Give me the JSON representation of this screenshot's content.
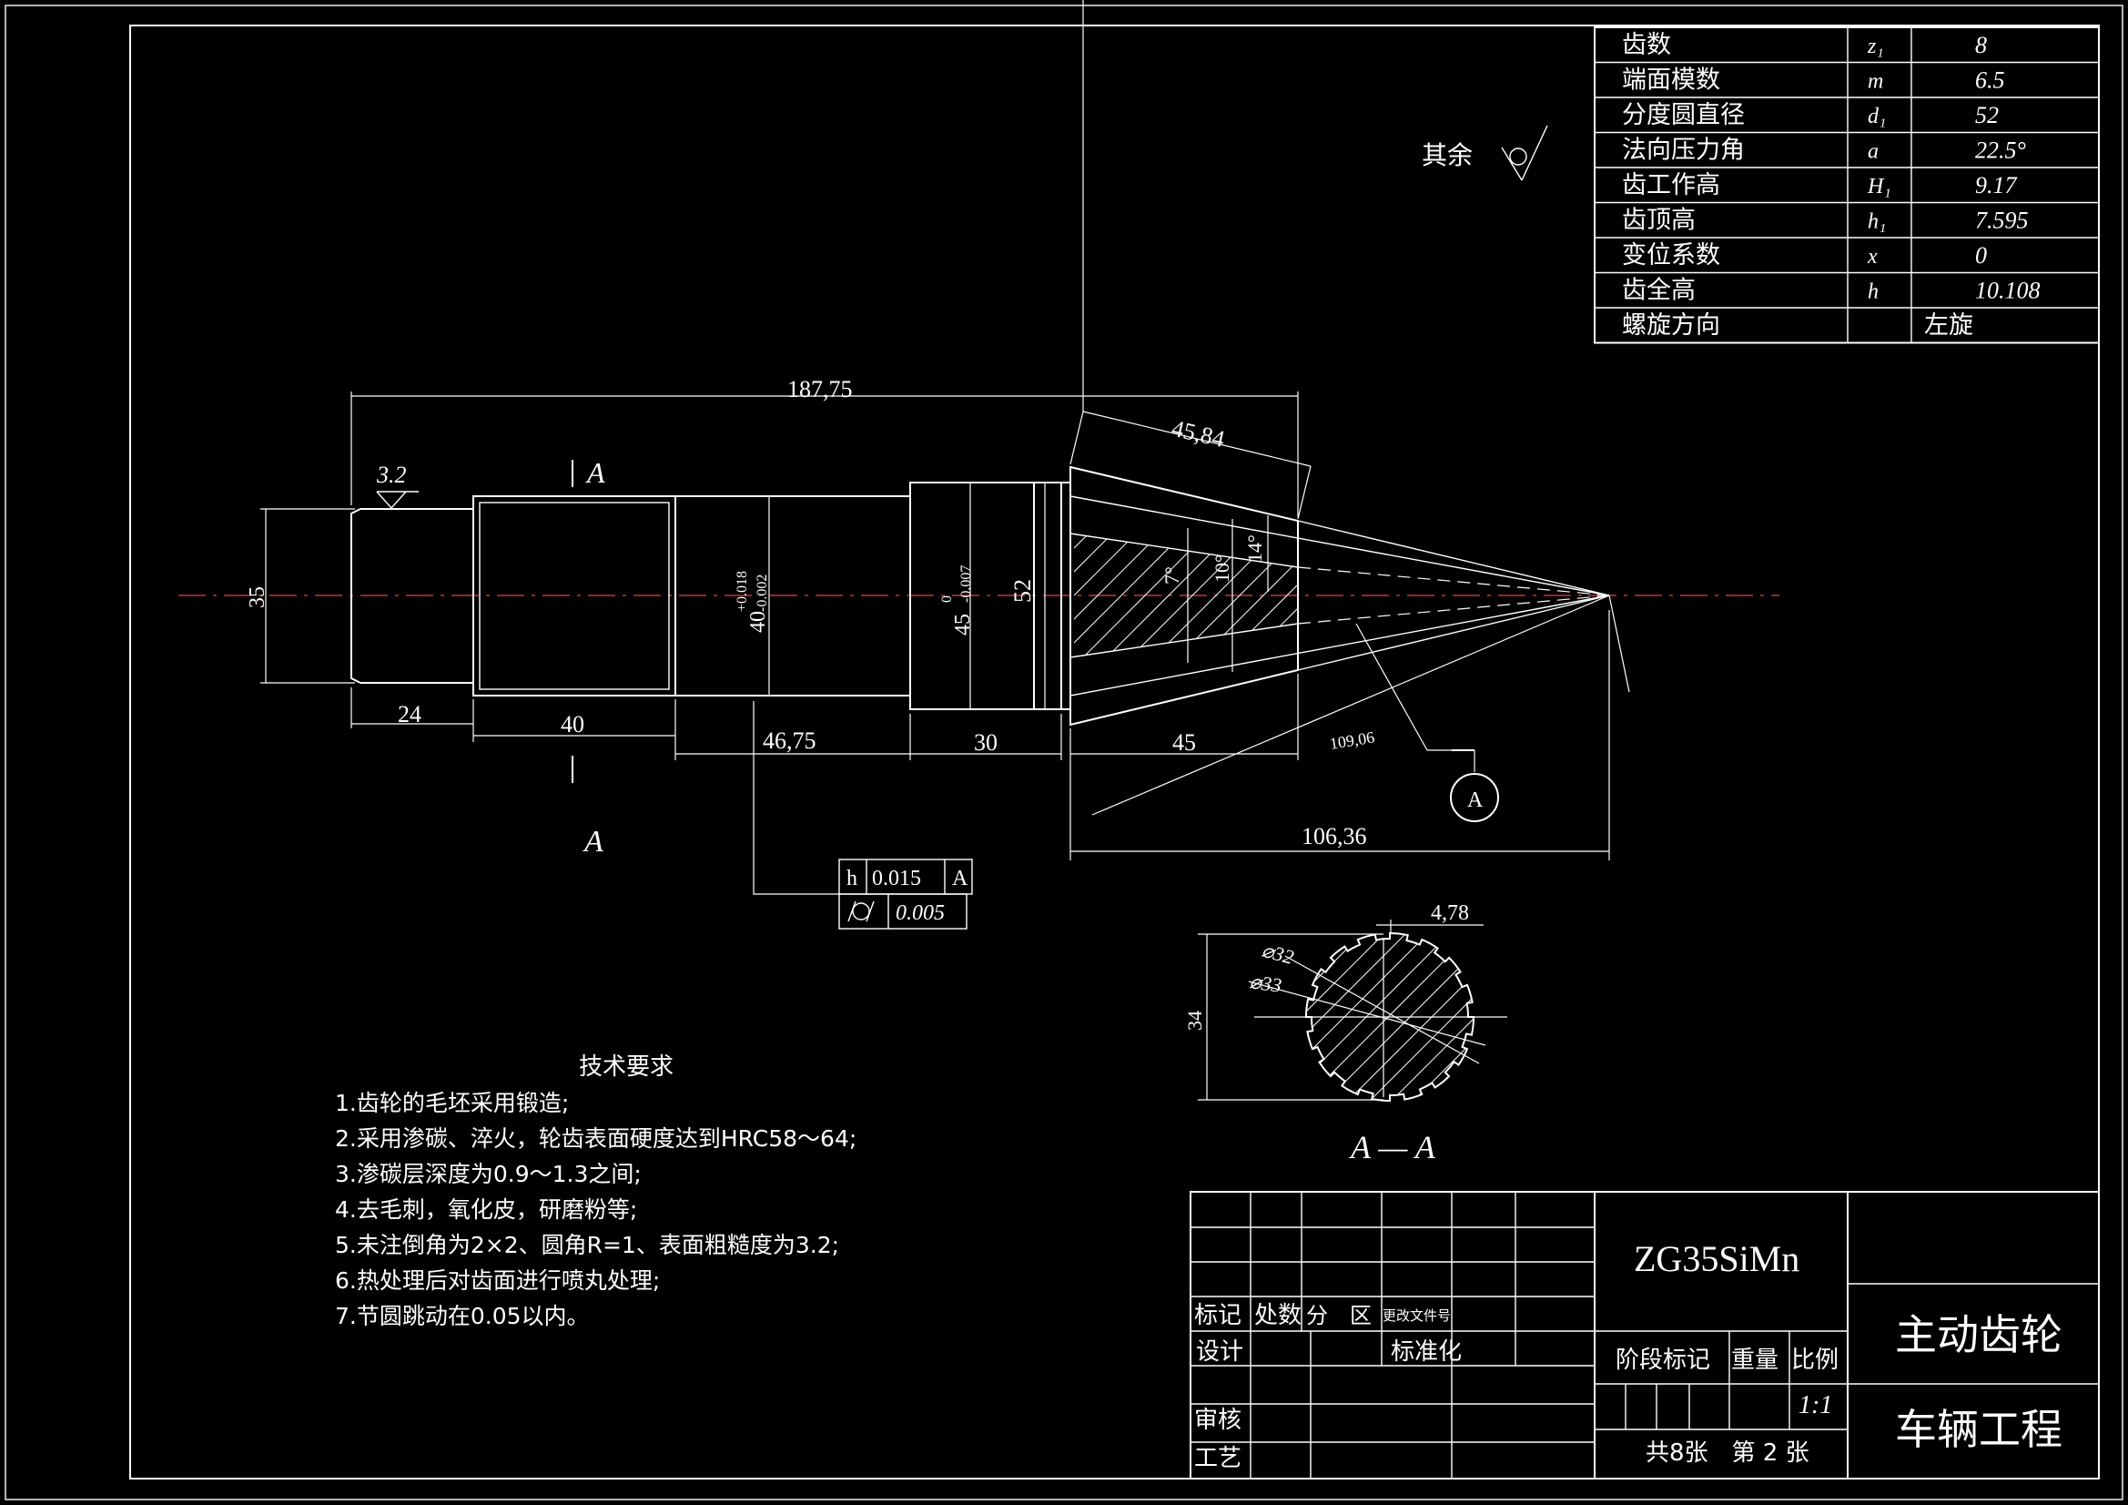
{
  "params": {
    "rows": [
      {
        "name": "齿数",
        "sym": "z₁",
        "val": "8"
      },
      {
        "name": "端面模数",
        "sym": "m",
        "val": "6.5"
      },
      {
        "name": "分度圆直径",
        "sym": "d₁",
        "val": "52"
      },
      {
        "name": "法向压力角",
        "sym": "a",
        "val": "22.5°"
      },
      {
        "name": "齿工作高",
        "sym": "H₁",
        "val": "9.17"
      },
      {
        "name": "齿顶高",
        "sym": "h₁",
        "val": "7.595"
      },
      {
        "name": "变位系数",
        "sym": "x",
        "val": "0"
      },
      {
        "name": "齿全高",
        "sym": "h",
        "val": "10.108"
      },
      {
        "name": "螺旋方向",
        "sym": "",
        "val": "左旋"
      }
    ]
  },
  "surface": {
    "rest_label": "其余"
  },
  "dims": {
    "total_length": "187,75",
    "cone_slant": "45,84",
    "roughness": "3.2",
    "section_mark": "A",
    "dia_35": "35",
    "dia_40": "40",
    "tol_40_up": "+0.018",
    "tol_40_low": "-0.002",
    "dia_45": "45",
    "tol_45_up": "0",
    "tol_45_low": "-0.007",
    "dia_52": "52",
    "ang_7": "7°",
    "ang_10": "10°",
    "ang_14": "14°",
    "len_24": "24",
    "len_40": "40",
    "len_4675": "46,75",
    "len_30": "30",
    "len_45": "45",
    "len_10906": "109,06",
    "len_10636": "106,36",
    "datum": "A"
  },
  "tolerance_frame": {
    "sym1": "h",
    "val1": "0.015",
    "ref": "A",
    "val2": "0.005"
  },
  "section": {
    "w": "4,78",
    "d1": "⌀32",
    "d2": "⌀33",
    "h": "34",
    "label": "A — A"
  },
  "tech": {
    "title": "技术要求",
    "items": [
      "1.齿轮的毛坯采用锻造;",
      "2.采用渗碳、淬火，轮齿表面硬度达到HRC58～64;",
      "3.渗碳层深度为0.9～1.3之间;",
      "4.去毛刺，氧化皮，研磨粉等;",
      "5.未注倒角为2×2、圆角R=1、表面粗糙度为3.2;",
      "6.热处理后对齿面进行喷丸处理;",
      "7.节圆跳动在0.05以内。"
    ]
  },
  "title_block": {
    "material": "ZG35SiMn",
    "part": "主动齿轮",
    "org": "车辆工程",
    "h_mark": "标记",
    "h_count": "处数",
    "h_zone": "分　区",
    "h_doc": "更改文件号",
    "design": "设计",
    "std": "标准化",
    "check": "审核",
    "craft": "工艺",
    "stage": "阶段标记",
    "weight": "重量",
    "scale_h": "比例",
    "scale": "1:1",
    "sheets": "共8张　第 2 张"
  }
}
